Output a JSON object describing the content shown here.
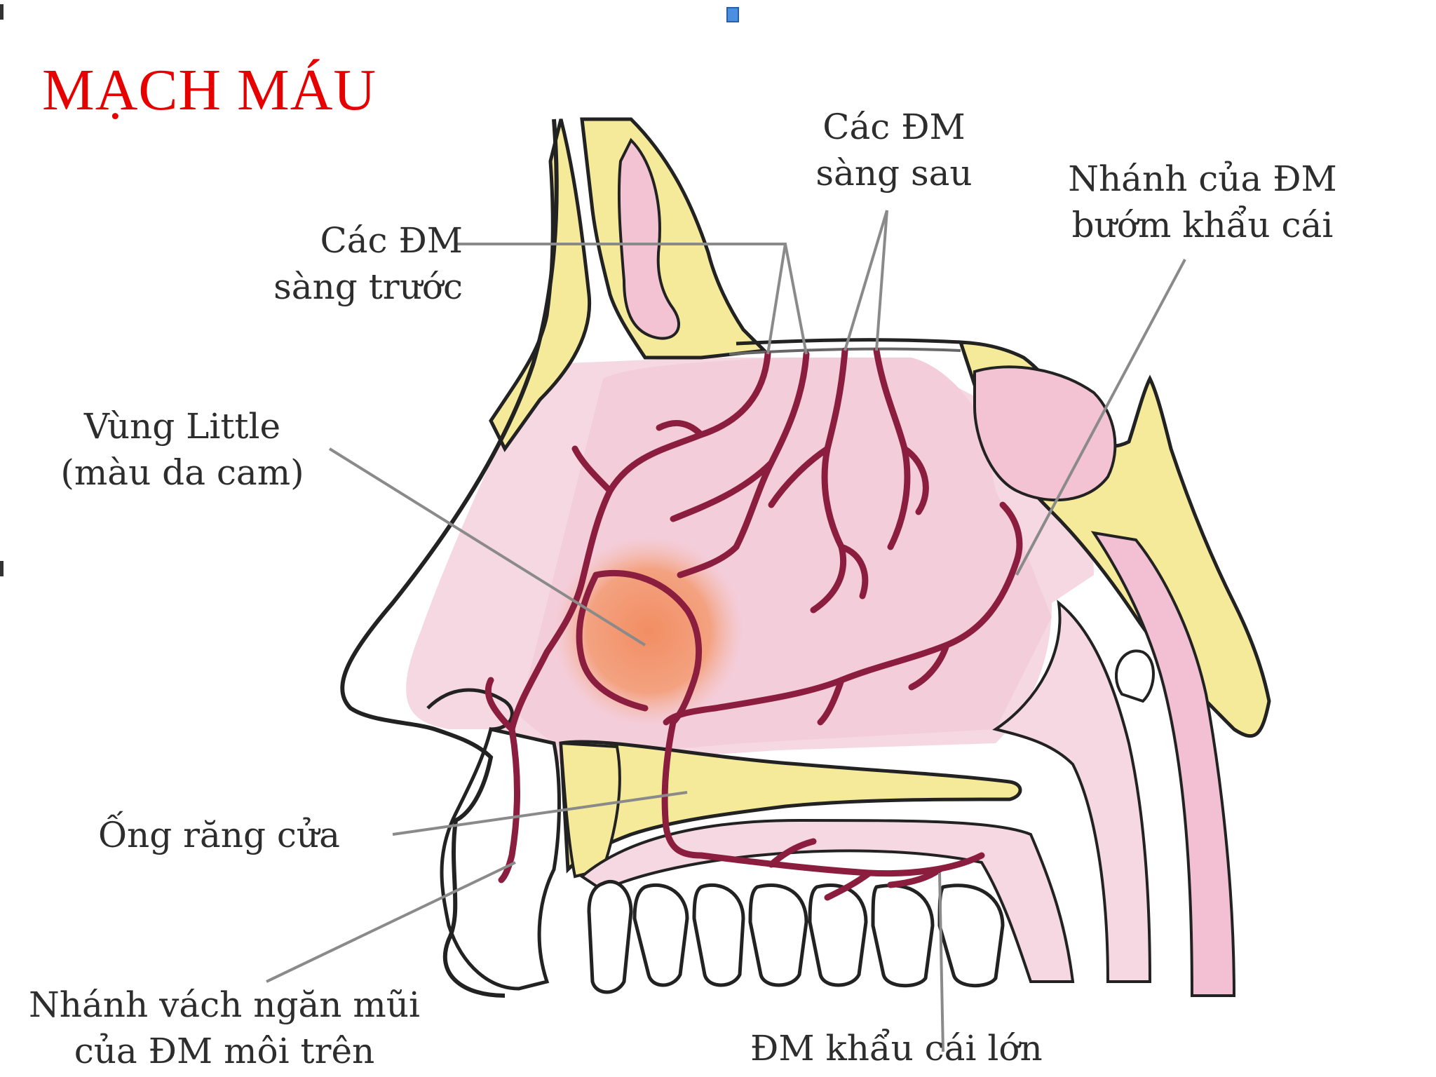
{
  "title": "MẠCH MÁU",
  "colors": {
    "title": "#e60000",
    "bone": "#f5ea9a",
    "mucosa": "#f6d8e2",
    "artery": "#8b1e3f",
    "little_area": "#f07a4a",
    "outline": "#222222",
    "leader_line": "#888888"
  },
  "labels": {
    "anterior_ethmoidal": {
      "line1": "Các ĐM",
      "line2": "sàng trước"
    },
    "posterior_ethmoidal": {
      "line1": "Các ĐM",
      "line2": "sàng sau"
    },
    "sphenopalatine": {
      "line1": "Nhánh của ĐM",
      "line2": "bướm khẩu cái"
    },
    "little_area": {
      "line1": "Vùng Little",
      "line2": "(màu da cam)"
    },
    "incisive_canal": {
      "line1": "Ống răng cửa"
    },
    "septal_branch": {
      "line1": "Nhánh vách ngăn mũi",
      "line2": "của ĐM môi trên"
    },
    "greater_palatine": {
      "line1": "ĐM khẩu cái lớn"
    }
  }
}
